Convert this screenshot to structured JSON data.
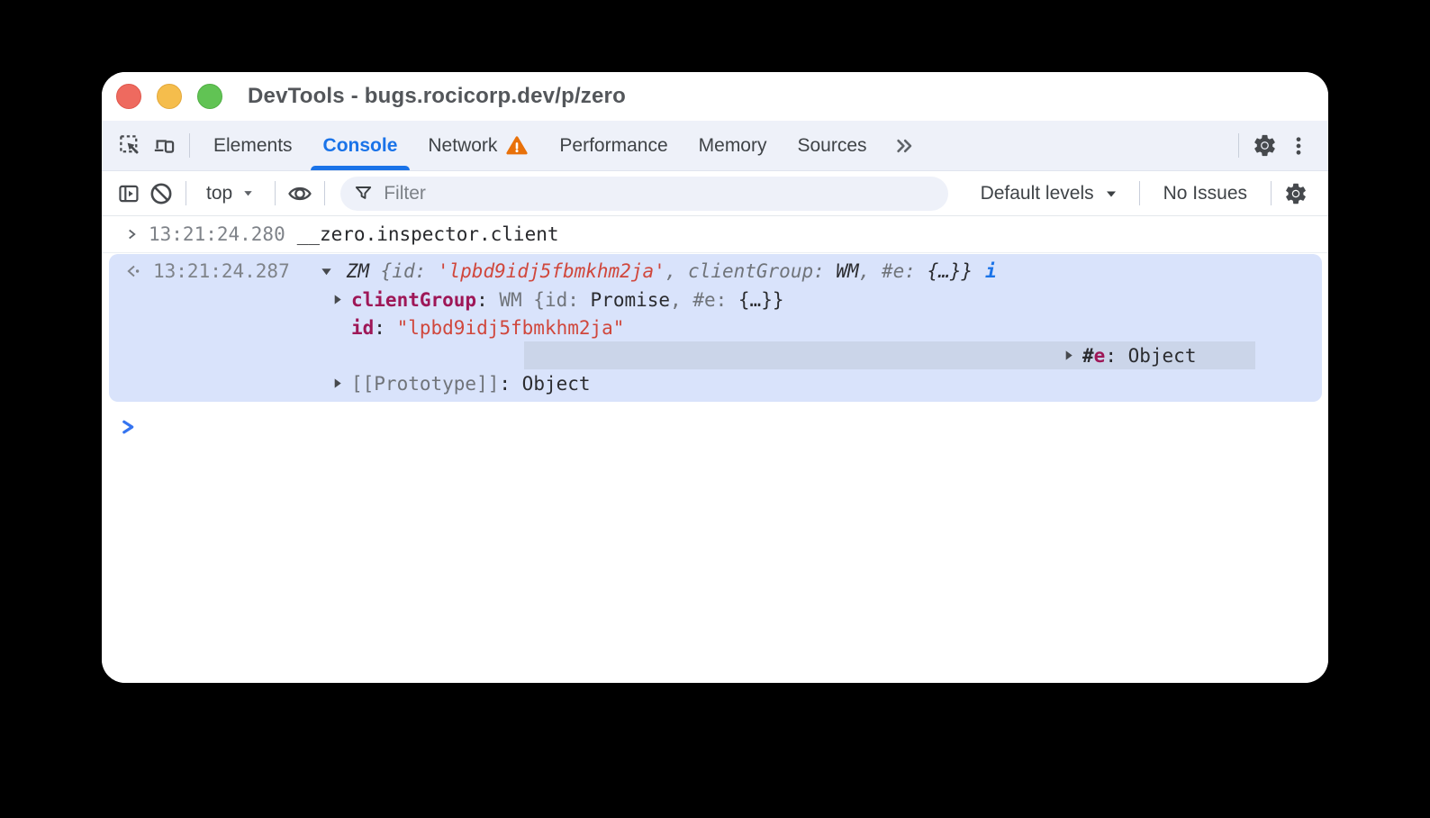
{
  "titlebar": {
    "title": "DevTools - bugs.rocicorp.dev/p/zero"
  },
  "tabbar": {
    "tabs": [
      {
        "label": "Elements",
        "active": false
      },
      {
        "label": "Console",
        "active": true
      },
      {
        "label": "Network",
        "active": false,
        "warning": true
      },
      {
        "label": "Performance",
        "active": false
      },
      {
        "label": "Memory",
        "active": false
      },
      {
        "label": "Sources",
        "active": false
      }
    ]
  },
  "toolbar": {
    "context_selector": "top",
    "filter_placeholder": "Filter",
    "levels_label": "Default levels",
    "issues_label": "No Issues"
  },
  "console": {
    "input": {
      "timestamp": "13:21:24.280",
      "expression": "__zero.inspector.client"
    },
    "result": {
      "timestamp": "13:21:24.287",
      "preview": {
        "class_name": "ZM ",
        "p1": "{id: ",
        "string_value": "'lpbd9idj5fbmkhm2ja'",
        "p2": ", clientGroup: ",
        "v1": "WM",
        "p3": ", #e: ",
        "p4": "{…}}",
        "info": "i"
      },
      "children": [
        {
          "name": "clientGroup",
          "colon": ": ",
          "value_parts": {
            "a": "WM {id: ",
            "b": "Promise",
            "c": ", #e: ",
            "d": "{…}}"
          }
        },
        {
          "name": "id",
          "colon": ": ",
          "value": "\"lpbd9idj5fbmkhm2ja\""
        },
        {
          "hash": "#",
          "name": "e",
          "colon": ": ",
          "value": "Object"
        },
        {
          "name": "[[Prototype]]",
          "colon": ": ",
          "value": "Object"
        }
      ]
    }
  },
  "colors": {
    "accent_blue": "#1a73e8",
    "prompt_blue": "#3574f0",
    "warning_orange": "#e8710a",
    "string_red": "#d0473c",
    "property_purple": "#9e1757",
    "result_block_bg": "#d9e3fb",
    "row_highlight_bg": "#cbd5e9",
    "tabbar_bg": "#eef1f9"
  }
}
